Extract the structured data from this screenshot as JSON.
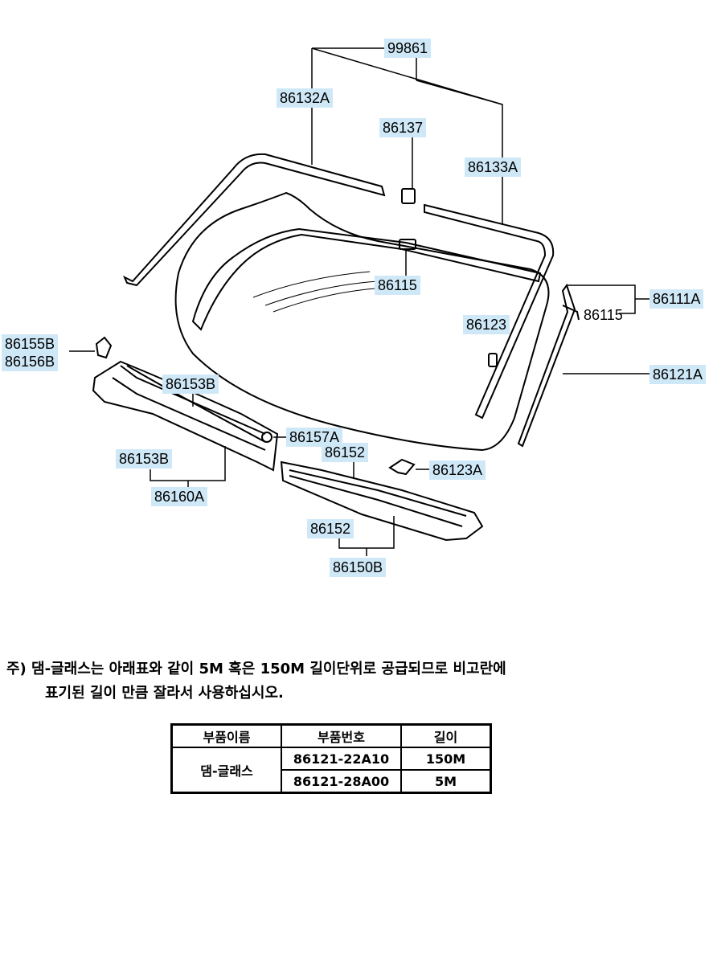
{
  "callouts": {
    "c99861": "99861",
    "c86132A": "86132A",
    "c86137": "86137",
    "c86133A": "86133A",
    "c86115_top": "86115",
    "c86115_right": "86115",
    "c86111A": "86111A",
    "c86123": "86123",
    "c86155B": "86155B",
    "c86156B": "86156B",
    "c86121A": "86121A",
    "c86153B_upper": "86153B",
    "c86157A": "86157A",
    "c86152_upper": "86152",
    "c86123A": "86123A",
    "c86153B_lower": "86153B",
    "c86160A": "86160A",
    "c86152_lower": "86152",
    "c86150B": "86150B"
  },
  "note": {
    "line1": "주) 댐-글래스는 아래표와 같이 5M 혹은 150M 길이단위로 공급되므로 비고란에",
    "line2": "표기된 길이 만큼 잘라서 사용하십시오."
  },
  "table": {
    "headers": [
      "부품이름",
      "부품번호",
      "길이"
    ],
    "part_name": "댐-글래스",
    "rows": [
      {
        "part_no": "86121-22A10",
        "length": "150M"
      },
      {
        "part_no": "86121-28A00",
        "length": "5M"
      }
    ]
  }
}
